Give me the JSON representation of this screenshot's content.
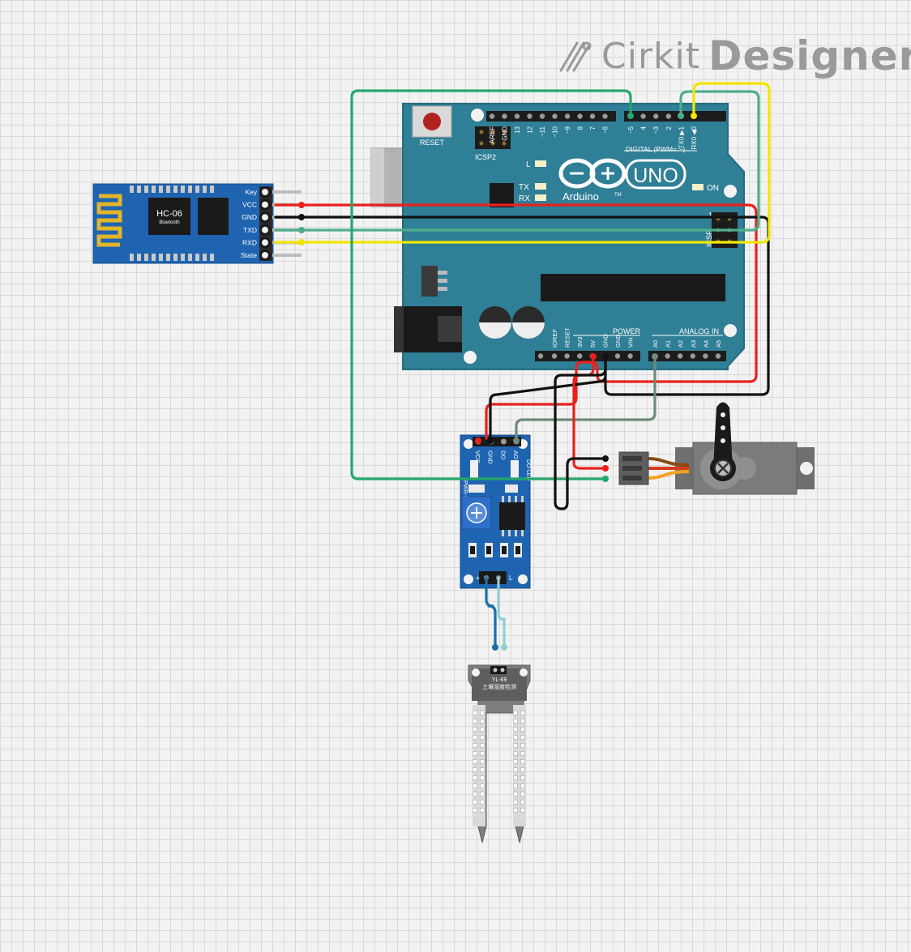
{
  "brand": {
    "word1": "Cirkit",
    "word2": "Designer"
  },
  "arduino": {
    "reset_label": "RESET",
    "icsp2_label": "ICSP2",
    "icsp_label": "ICSP",
    "icsp_pin1": "1",
    "uno_label": "UNO",
    "brand_label": "Arduino",
    "tm": "TM",
    "on_label": "ON",
    "l_label": "L",
    "tx_label": "TX",
    "rx_label": "RX",
    "digital_label": "DIGITAL (PWM= ~)",
    "power_label": "POWER",
    "analog_label": "ANALOG IN",
    "digital_pins": [
      "AREF",
      "GND",
      "13",
      "12",
      "~11",
      "~10",
      "~9",
      "8",
      "7",
      "~6",
      "~5",
      "4",
      "~3",
      "2",
      "TX0 ▶1",
      "RX0 ◀0"
    ],
    "power_pins": [
      "IOREF",
      "RESET",
      "3V3",
      "5V",
      "GND",
      "GND",
      "VIN"
    ],
    "analog_pins": [
      "A0",
      "A1",
      "A2",
      "A3",
      "A4",
      "A5"
    ]
  },
  "hc06": {
    "title": "HC-06",
    "subtitle": "Bluetooth",
    "pins": [
      "Key",
      "VCC",
      "GND",
      "TXD",
      "RXD",
      "State"
    ]
  },
  "moisture_module": {
    "pins": [
      "VCC",
      "GND",
      "DO",
      "AO"
    ],
    "pwr_led": "PWR-LED",
    "do_led": "DO-LED",
    "bottom_pins": [
      "+",
      "L"
    ]
  },
  "probe": {
    "model": "YL-69",
    "chinese": "土壤湿度检测"
  },
  "colors": {
    "board": "#2f7f96",
    "board_dark": "#1f6a80",
    "wire_red": "#e8211f",
    "wire_black": "#111111",
    "wire_green": "#25a66d",
    "wire_teal": "#4fae8c",
    "wire_yellow": "#f2e600",
    "wire_gray": "#6f8a78",
    "wire_blue": "#1b6fa8",
    "wire_lightblue": "#8fd0d0",
    "servo_body": "#7b7b7b",
    "module_blue": "#1f64b0"
  }
}
